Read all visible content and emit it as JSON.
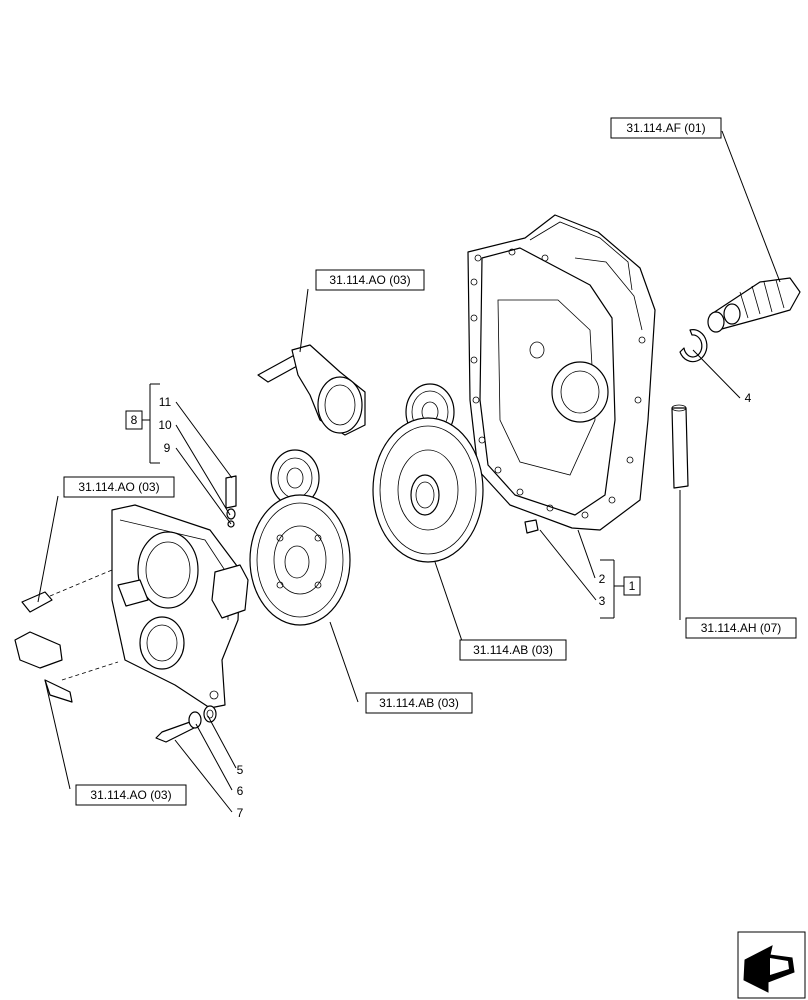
{
  "refs": {
    "af01": "31.114.AF (01)",
    "ao03_top": "31.114.AO (03)",
    "ao03_left": "31.114.AO (03)",
    "ao03_bottom": "31.114.AO (03)",
    "ab03_right": "31.114.AB (03)",
    "ab03_mid": "31.114.AB (03)",
    "ah07": "31.114.AH (07)"
  },
  "callouts": {
    "c1": "1",
    "c2": "2",
    "c3": "3",
    "c4": "4",
    "c5": "5",
    "c6": "6",
    "c7": "7",
    "c8": "8",
    "c9": "9",
    "c10": "10",
    "c11": "11"
  },
  "icons": {
    "nav": "next-page-arrow-icon"
  }
}
